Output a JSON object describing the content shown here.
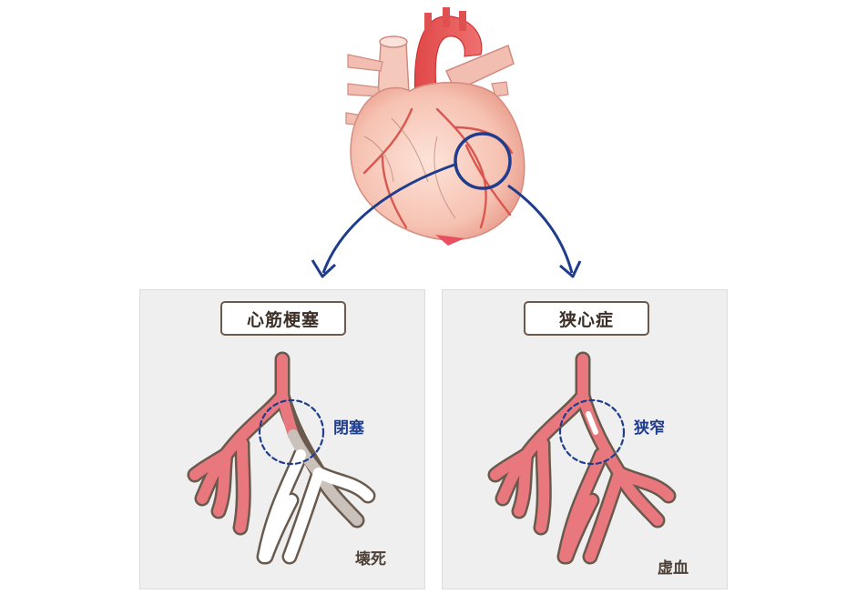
{
  "panels": {
    "left": {
      "title": "心筋梗塞",
      "lesion_label": "閉塞",
      "result_label": "壊死"
    },
    "right": {
      "title": "狭心症",
      "lesion_label": "狭窄",
      "result_label": "虚血"
    }
  },
  "colors": {
    "artery": "#e8787e",
    "ischemic": "#c9c1ba",
    "outline": "#6a5a4d",
    "accent": "#1f3d8c",
    "panel": "#efefef"
  }
}
